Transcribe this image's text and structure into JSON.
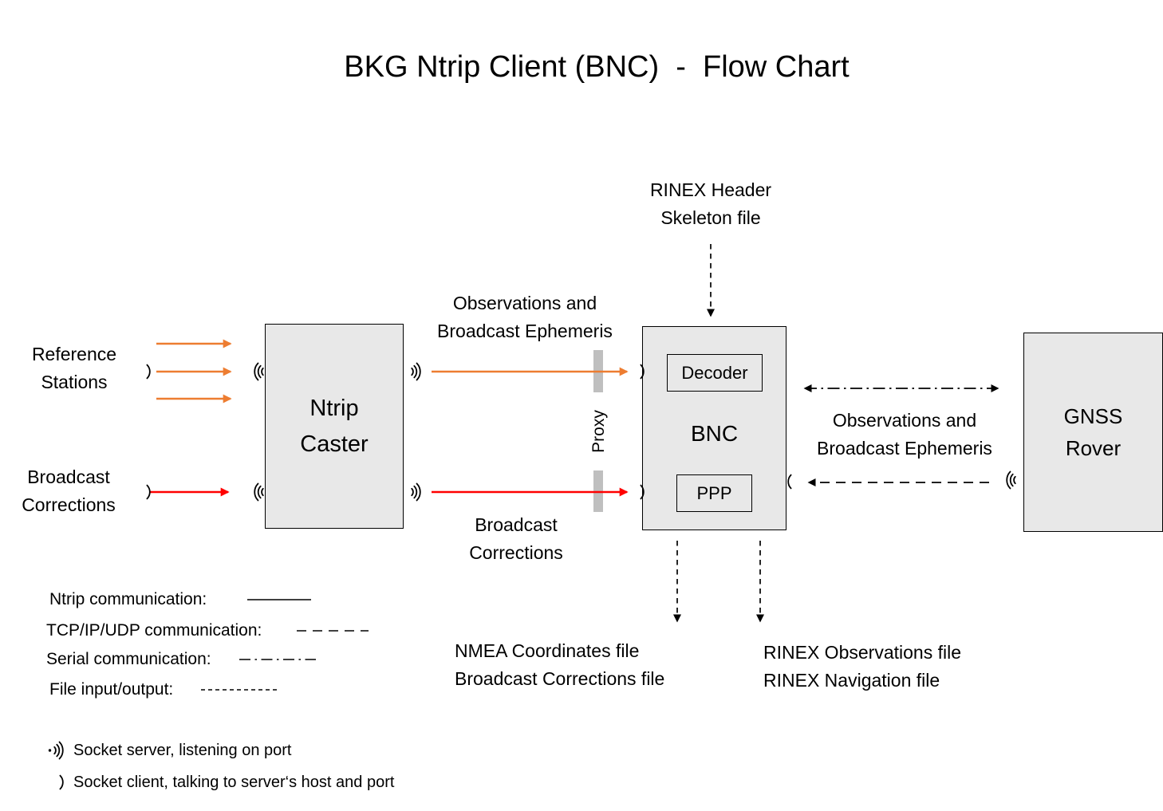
{
  "title": "BKG Ntrip Client (BNC)  -  Flow Chart",
  "nodes": {
    "ntrip_caster": "Ntrip\nCaster",
    "bnc": "BNC",
    "decoder": "Decoder",
    "ppp": "PPP",
    "gnss_rover": "GNSS\nRover",
    "proxy": "Proxy"
  },
  "labels": {
    "rinex_header_skeleton": "RINEX Header\nSkeleton file",
    "obs_broadcast_ephemeris_left": "Observations and\nBroadcast Ephemeris",
    "reference_stations": "Reference\nStations",
    "broadcast_corrections_input": "Broadcast\nCorrections",
    "broadcast_corrections_link": "Broadcast\nCorrections",
    "obs_broadcast_ephemeris_right": "Observations and\nBroadcast Ephemeris",
    "nmea_output_files": "NMEA Coordinates file\nBroadcast Corrections file",
    "rinex_output_files": "RINEX Observations file\nRINEX Navigation file"
  },
  "legend": {
    "ntrip": "Ntrip communication:",
    "tcp": "TCP/IP/UDP communication:",
    "serial": "Serial communication:",
    "file_io": "File input/output:",
    "socket_server": "Socket server, listening on port",
    "socket_client": "Socket client, talking to server‘s host and port"
  },
  "colors": {
    "ntrip_stream": "#ED7D31",
    "corrections_stream": "#FF0000",
    "node_fill": "#E8E8E8",
    "proxy_fill": "#BFBFBF"
  }
}
